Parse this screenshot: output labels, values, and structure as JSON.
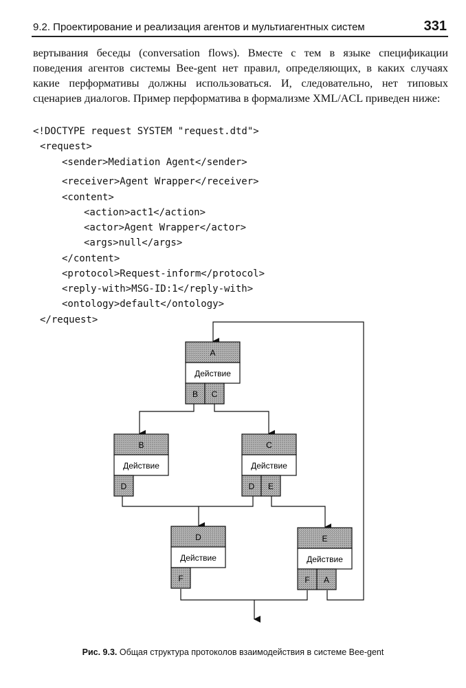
{
  "header": {
    "title": "9.2. Проектирование и реализация агентов и мультиагентных систем",
    "page_number": "331"
  },
  "paragraph": "вертывания беседы (conversation flows). Вместе с тем в языке спецификации поведения агентов системы Bee-gent нет правил, определяющих, в каких случаях какие перформативы должны использоваться. И, следовательно, нет типовых сценариев диалогов. Пример перформатива в формализме XML/ACL приведен ниже:",
  "code": [
    "<!DOCTYPE request SYSTEM \"request.dtd\">",
    "<request>",
    "<sender>Mediation Agent</sender>",
    "<receiver>Agent Wrapper</receiver>",
    "<content>",
    "<action>act1</action>",
    "<actor>Agent Wrapper</actor>",
    "<args>null</args>",
    "</content>",
    "<protocol>Request-inform</protocol>",
    "<reply-with>MSG-ID:1</reply-with>",
    "<ontology>default</ontology>",
    "</request>"
  ],
  "diagram": {
    "action_label": "Действие",
    "colors": {
      "shaded": "#a8a8a8",
      "line": "#111111"
    },
    "nodes": [
      {
        "id": "A",
        "ports": [
          "B",
          "C"
        ]
      },
      {
        "id": "B",
        "ports": [
          "D"
        ]
      },
      {
        "id": "C",
        "ports": [
          "D",
          "E"
        ]
      },
      {
        "id": "D",
        "ports": [
          "F"
        ]
      },
      {
        "id": "E",
        "ports": [
          "F",
          "A"
        ]
      }
    ]
  },
  "caption": {
    "label": "Рис. 9.3.",
    "text": "Общая структура протоколов взаимодействия в системе Bee-gent"
  }
}
